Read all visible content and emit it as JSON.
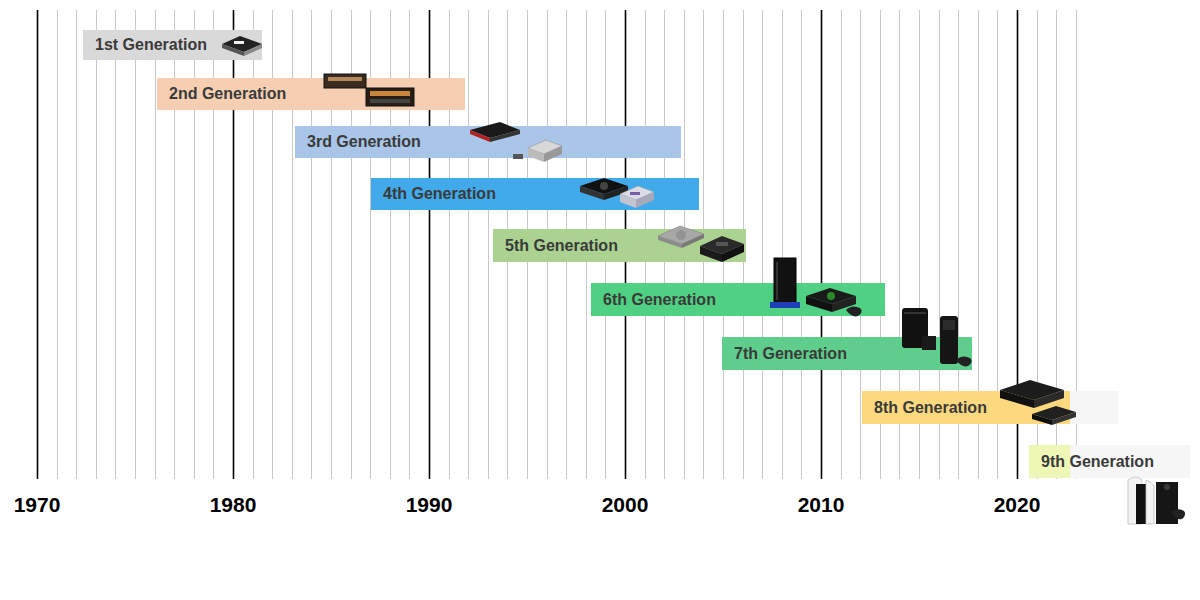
{
  "diagram": {
    "nodes": [
      {
        "text": [
          "1st Generation"
        ]
      },
      {
        "text": [
          "2nd Generation"
        ]
      },
      {
        "text": [
          "3rd Generation"
        ]
      },
      {
        "text": [
          "4th Generation"
        ]
      },
      {
        "text": [
          "5th Generation"
        ]
      },
      {
        "text": [
          "6th Generation"
        ]
      },
      {
        "text": [
          "7th Generation"
        ]
      },
      {
        "text": [
          "8th Generation"
        ]
      },
      {
        "text": [
          "9th Generation"
        ]
      }
    ],
    "labels": [
      "1970",
      "1980",
      "1990",
      "2000",
      "2010",
      "2020"
    ]
  }
}
